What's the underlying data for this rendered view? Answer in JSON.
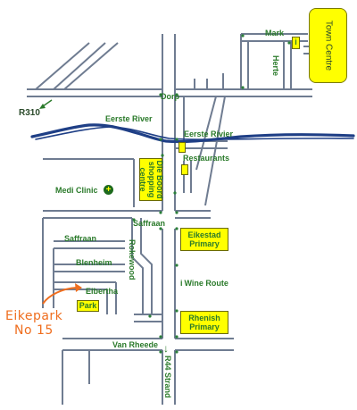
{
  "streets": {
    "r310": "R310",
    "dorp": "Dorp",
    "mark": "Mark",
    "herte": "Herte",
    "eerste_rivier_left": "Eerste River",
    "eerste_rivier_right": "Eerste Rivier",
    "saffraan_main": "Saffraan",
    "saffraan_west": "Saffraan",
    "rokewood": "Rokewood",
    "blenheim": "Blenheim",
    "elbertha": "Elbertha",
    "van_rheede": "Van Rheede",
    "r44": "R44 Strand"
  },
  "places": {
    "town_centre": "Town Centre",
    "die_boord": "Die Boord\nshopping\ncentre",
    "restaurants": "Restaurants",
    "medi_clinic": "Medi Clinic",
    "eikestad": "Eikestad\nPrimary",
    "wine_route": "Wine Route",
    "rhenish": "Rhenish\nPrimary",
    "park": "Park"
  },
  "icons": {
    "info_symbol": "i",
    "medical_symbol": "+",
    "arrow_down": "↓"
  },
  "destination": {
    "line1": "Eikepark",
    "line2": "No 15"
  },
  "colors": {
    "road": "#6f7c91",
    "river": "#1f3f86",
    "label_green": "#2a7a2a",
    "box_yellow": "#ffff00",
    "marker_orange": "#ef6e1f"
  }
}
